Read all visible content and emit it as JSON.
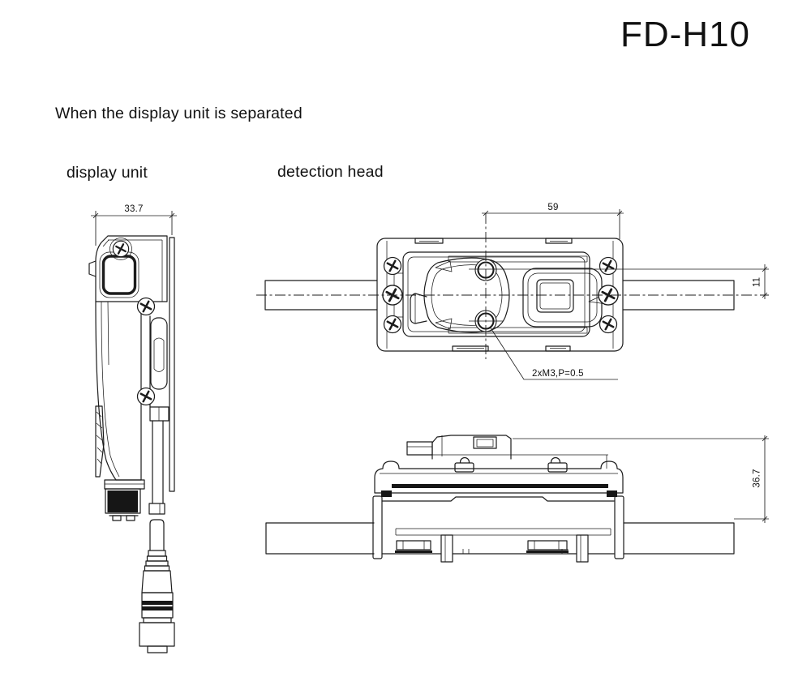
{
  "page": {
    "title": "FD-H10",
    "note": "When the display unit is separated",
    "background": "#ffffff",
    "line_color": "#1c1c1c"
  },
  "display_unit": {
    "label": "display unit",
    "width_dim": "33.7"
  },
  "detection_head": {
    "label": "detection head",
    "length_dim": "59",
    "offset_dim": "11",
    "height_dim": "36.7",
    "thread_callout": "2xM3,P=0.5"
  }
}
